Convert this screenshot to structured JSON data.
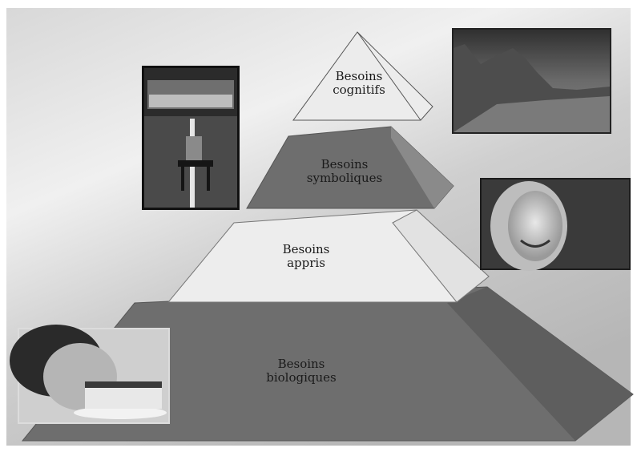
{
  "levels": [
    {
      "l1": "Besoins",
      "l2": "cognitifs"
    },
    {
      "l1": "Besoins",
      "l2": "symboliques"
    },
    {
      "l1": "Besoins",
      "l2": "appris"
    },
    {
      "l1": "Besoins",
      "l2": "biologiques"
    }
  ],
  "colors": {
    "tier_light": "#eeeeee",
    "tier_dark": "#6e6e6e",
    "frame": "#111111",
    "border": "#e0e0e0"
  },
  "photos": [
    {
      "icon": "ceremony-photo-icon"
    },
    {
      "icon": "desert-landscape-photo-icon"
    },
    {
      "icon": "smiling-woman-photo-icon"
    },
    {
      "icon": "child-eating-cake-photo-icon"
    }
  ]
}
